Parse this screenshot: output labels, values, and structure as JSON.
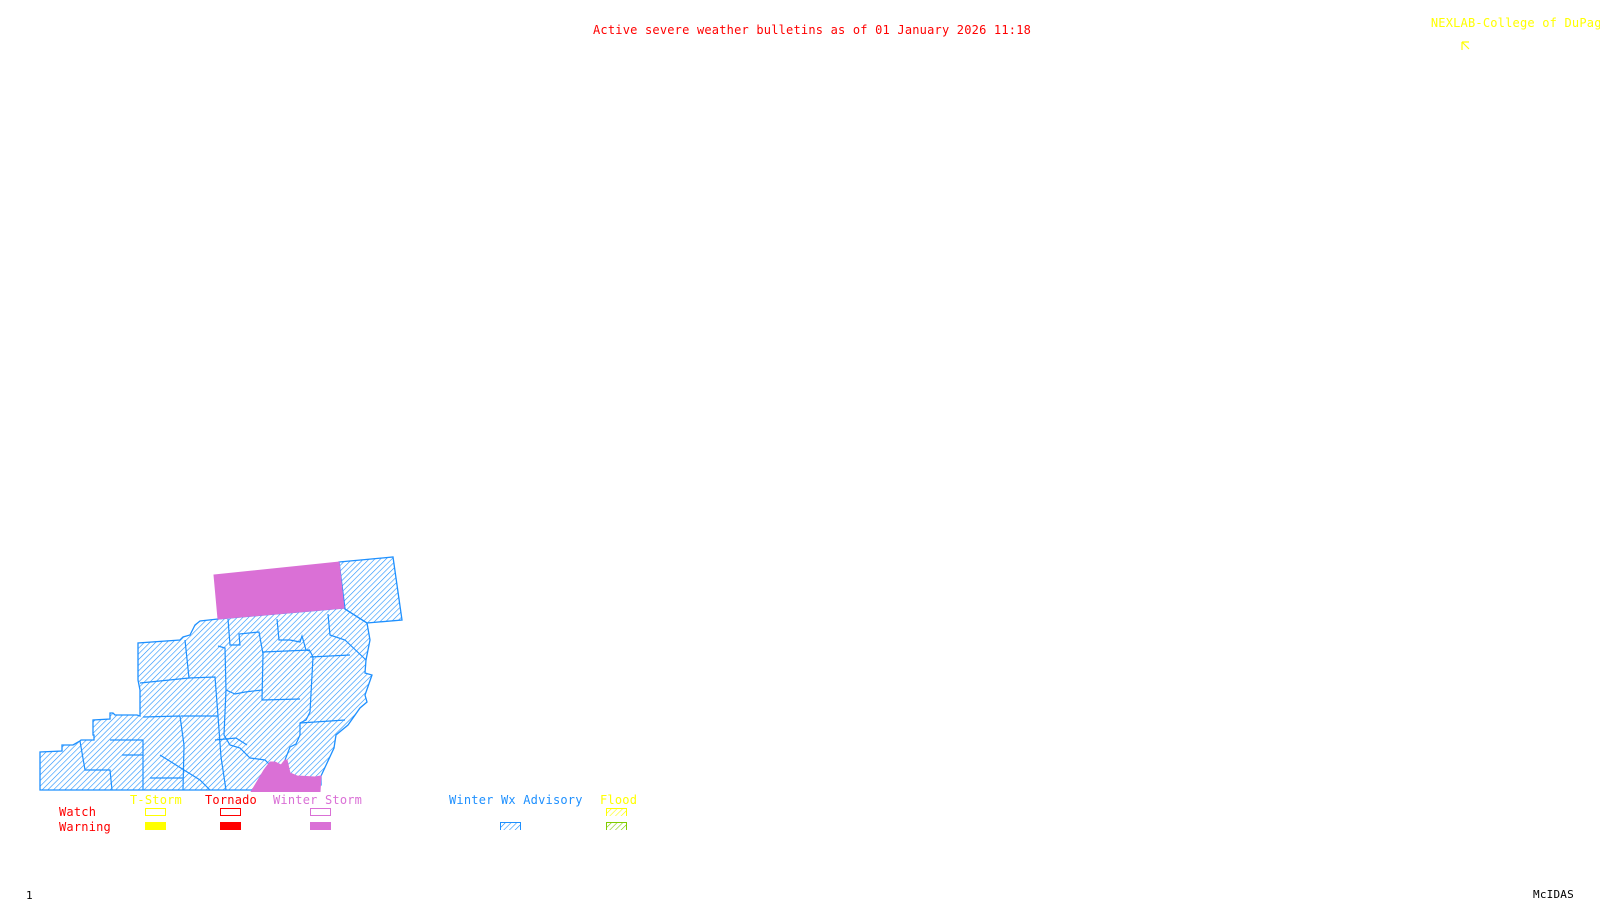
{
  "header": {
    "title": "Active severe weather bulletins as of 01 January 2026 11:18",
    "credit": "NEXLAB-College of DuPage",
    "credit_icon": "cursor-arrow-icon"
  },
  "footer": {
    "frame_number": "1",
    "software": "McIDAS"
  },
  "colors": {
    "title": "#ff0000",
    "credit": "#ffff00",
    "winter_storm": "#da70d6",
    "winter_wx_advisory": "#1e90ff",
    "tstorm": "#ffff00",
    "tornado": "#ff0000",
    "flood_watch": "#ffff00",
    "flood_warning": "#7fcc00"
  },
  "map": {
    "active_areas": [
      {
        "type": "Winter Storm Warning",
        "count_regions": 2
      },
      {
        "type": "Winter Wx Advisory",
        "count_regions": 1
      }
    ]
  },
  "legend": {
    "row_labels": {
      "watch": "Watch",
      "warning": "Warning"
    },
    "columns": [
      {
        "label": "T-Storm",
        "color": "#ffff00",
        "watch": "outline",
        "warning": "solid"
      },
      {
        "label": "Tornado",
        "color": "#ff0000",
        "watch": "outline",
        "warning": "solid"
      },
      {
        "label": "Winter Storm",
        "color": "#da70d6",
        "watch": "outline",
        "warning": "solid"
      },
      {
        "label": "Winter Wx Advisory",
        "color": "#1e90ff",
        "watch": "none",
        "warning": "hatched"
      },
      {
        "label": "Flood",
        "color": "#ffff00",
        "watch": "hatched",
        "warning": "hatched"
      }
    ]
  }
}
